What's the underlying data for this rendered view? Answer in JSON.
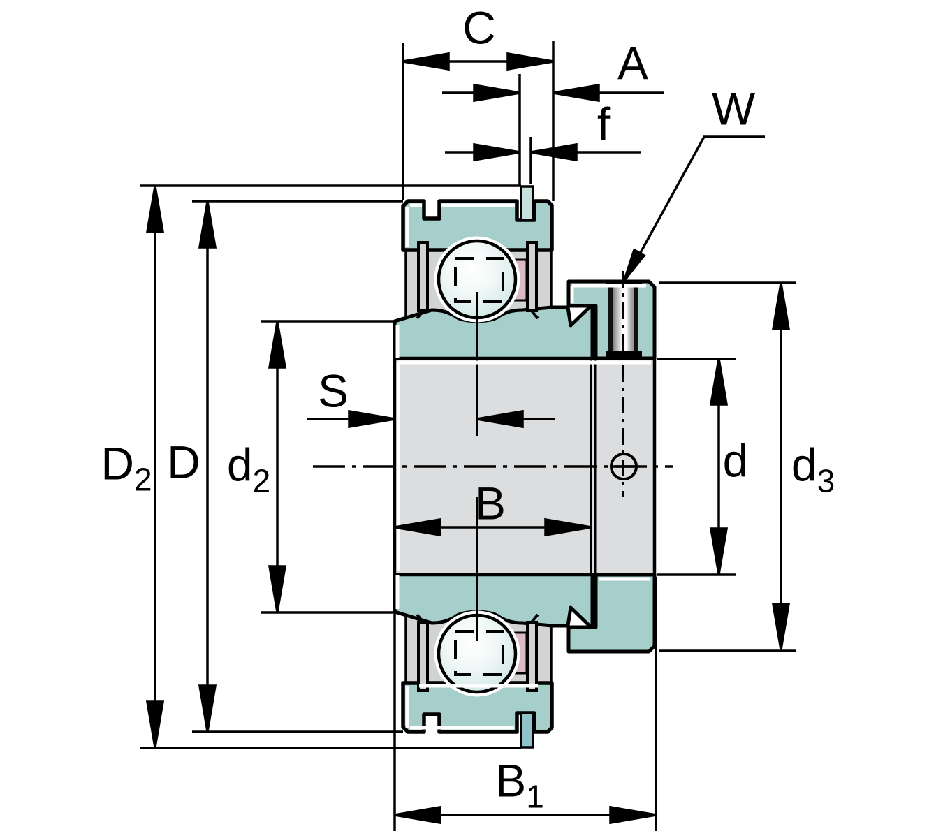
{
  "drawing": {
    "kind": "bearing cross-section dimension drawing"
  },
  "labels": {
    "C": {
      "main": "C",
      "sub": ""
    },
    "A": {
      "main": "A",
      "sub": ""
    },
    "f": {
      "main": "f",
      "sub": ""
    },
    "W": {
      "main": "W",
      "sub": ""
    },
    "D2": {
      "main": "D",
      "sub": "2"
    },
    "D": {
      "main": "D",
      "sub": ""
    },
    "d2": {
      "main": "d",
      "sub": "2"
    },
    "S": {
      "main": "S",
      "sub": ""
    },
    "B": {
      "main": "B",
      "sub": ""
    },
    "d": {
      "main": "d",
      "sub": ""
    },
    "d3": {
      "main": "d",
      "sub": "3"
    },
    "B1": {
      "main": "B",
      "sub": "1"
    }
  },
  "colors": {
    "teal": "#a6cecb",
    "race": "#d2d4d4",
    "sleeve": "#dcdddf",
    "pink": "#d9bbc5",
    "lubeTop": "#c6e0de",
    "lubeBot": "#8fc2cb",
    "outline": "#000000"
  }
}
